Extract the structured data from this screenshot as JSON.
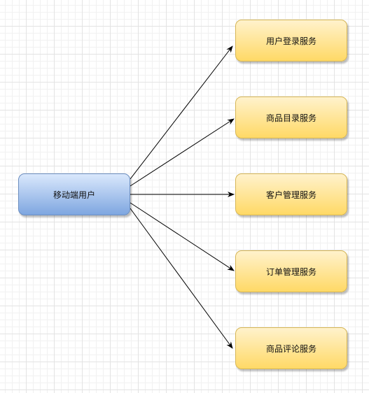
{
  "diagram": {
    "source": {
      "label": "移动端用户"
    },
    "services": [
      {
        "label": "用户登录服务"
      },
      {
        "label": "商品目录服务"
      },
      {
        "label": "客户管理服务"
      },
      {
        "label": "订单管理服务"
      },
      {
        "label": "商品评论服务"
      }
    ],
    "edges": [
      {
        "from": "移动端用户",
        "to": "用户登录服务"
      },
      {
        "from": "移动端用户",
        "to": "商品目录服务"
      },
      {
        "from": "移动端用户",
        "to": "客户管理服务"
      },
      {
        "from": "移动端用户",
        "to": "订单管理服务"
      },
      {
        "from": "移动端用户",
        "to": "商品评论服务"
      }
    ],
    "colors": {
      "source_fill_top": "#dae8fc",
      "source_fill_bottom": "#7ea6e0",
      "source_stroke": "#6c8ebf",
      "service_fill_top": "#fff2cc",
      "service_fill_bottom": "#ffd966",
      "service_stroke": "#d6b656",
      "edge": "#000000"
    }
  }
}
